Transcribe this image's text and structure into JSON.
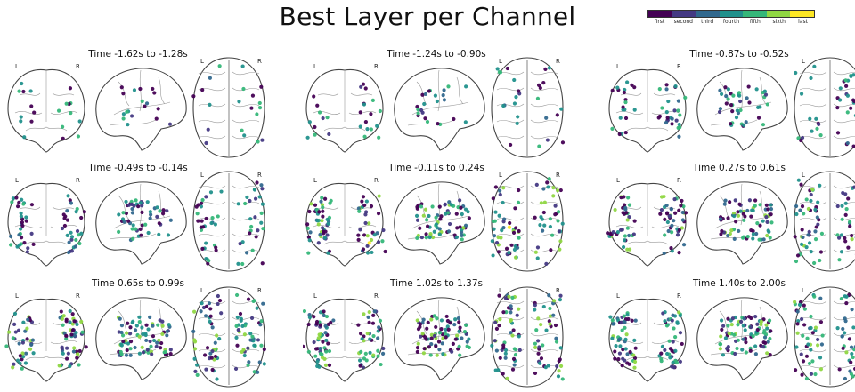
{
  "title": "Best Layer per Channel",
  "colorbar": {
    "labels": [
      "first",
      "second",
      "third",
      "fourth",
      "fifth",
      "sixth",
      "last"
    ],
    "colors": [
      "#440154",
      "#443983",
      "#31688e",
      "#21918c",
      "#35b779",
      "#90d743",
      "#fde725"
    ]
  },
  "orientation": {
    "left": "L",
    "right": "R"
  },
  "panels": [
    {
      "title": "Time -1.62s to -1.28s",
      "density": 0.15,
      "spread": 0.55,
      "bias": 0.2
    },
    {
      "title": "Time -1.24s to -0.90s",
      "density": 0.22,
      "spread": 0.6,
      "bias": 0.25
    },
    {
      "title": "Time -0.87s to -0.52s",
      "density": 0.45,
      "spread": 0.8,
      "bias": 0.15
    },
    {
      "title": "Time -0.49s to -0.14s",
      "density": 0.6,
      "spread": 0.85,
      "bias": 0.2
    },
    {
      "title": "Time -0.11s to 0.24s",
      "density": 0.85,
      "spread": 0.9,
      "bias": 0.55
    },
    {
      "title": "Time 0.27s to 0.61s",
      "density": 0.85,
      "spread": 0.9,
      "bias": 0.5
    },
    {
      "title": "Time 0.65s to 0.99s",
      "density": 0.95,
      "spread": 0.95,
      "bias": 0.45
    },
    {
      "title": "Time 1.02s to 1.37s",
      "density": 1.0,
      "spread": 0.95,
      "bias": 0.45
    },
    {
      "title": "Time 1.40s to 2.00s",
      "density": 1.0,
      "spread": 0.95,
      "bias": 0.35
    }
  ]
}
